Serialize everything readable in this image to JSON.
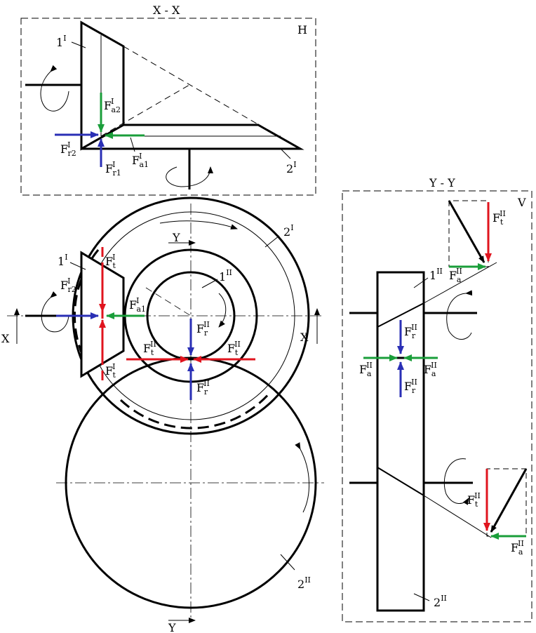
{
  "colors": {
    "line": "#000000",
    "axial_force": "#1a9e3a",
    "radial_force": "#2a2fb5",
    "tangential_force": "#e0141e"
  },
  "views": {
    "xx": {
      "title": "X - X",
      "corner": "H"
    },
    "yy": {
      "title": "Y - Y",
      "corner": "V"
    }
  },
  "section_marks": {
    "x": "X",
    "y": "Y"
  },
  "gear_labels": {
    "g1": {
      "base": "1",
      "sup": "I"
    },
    "g2": {
      "base": "2",
      "sup": "I"
    },
    "g3": {
      "base": "1",
      "sup": "II"
    },
    "g4": {
      "base": "2",
      "sup": "II"
    }
  },
  "force_labels": {
    "fa1": {
      "base": "F",
      "sup": "I",
      "sub": "a1"
    },
    "fa2": {
      "base": "F",
      "sup": "I",
      "sub": "a2"
    },
    "fr1": {
      "base": "F",
      "sup": "I",
      "sub": "r1"
    },
    "fr2": {
      "base": "F",
      "sup": "I",
      "sub": "r2"
    },
    "ft1": {
      "base": "F",
      "sup": "I",
      "sub": "t"
    },
    "fa2nd": {
      "base": "F",
      "sup": "II",
      "sub": "a"
    },
    "fr2nd": {
      "base": "F",
      "sup": "II",
      "sub": "r"
    },
    "ft2nd": {
      "base": "F",
      "sup": "II",
      "sub": "t"
    }
  }
}
